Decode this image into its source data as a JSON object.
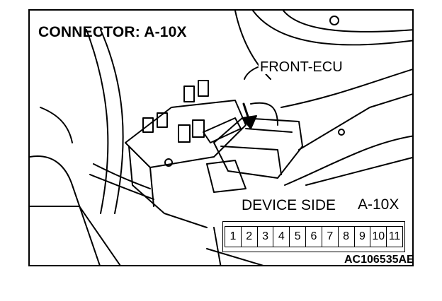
{
  "title": "CONNECTOR: A-10X",
  "callouts": {
    "front_ecu": "FRONT-ECU",
    "device_side": "DEVICE SIDE",
    "connector_id": "A-10X"
  },
  "connector_pins": [
    "1",
    "2",
    "3",
    "4",
    "5",
    "6",
    "7",
    "8",
    "9",
    "10",
    "11"
  ],
  "figure_code": "AC106535AE"
}
